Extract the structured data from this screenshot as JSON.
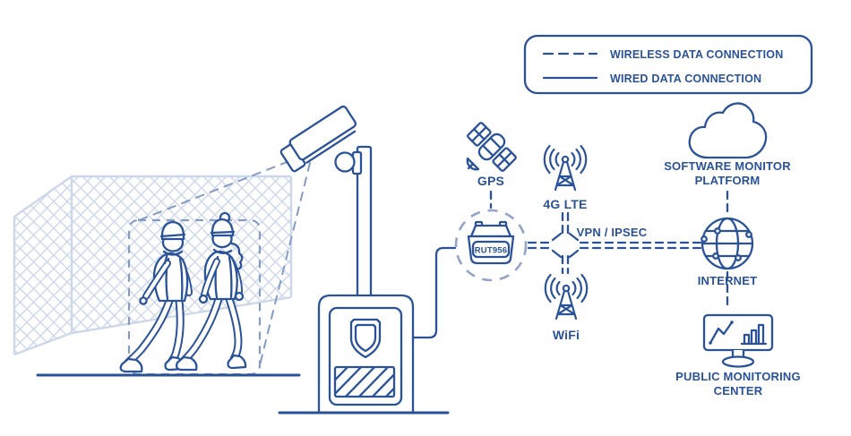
{
  "legend": {
    "wireless_label": "WIRELESS DATA CONNECTION",
    "wired_label": "WIRED DATA CONNECTION"
  },
  "router": {
    "model": "RUT956"
  },
  "nodes": {
    "gps": "GPS",
    "lte": "4G LTE",
    "wifi": "WiFi",
    "vpn": "VPN / IPSEC",
    "internet": "INTERNET",
    "platform_line1": "SOFTWARE MONITOR",
    "platform_line2": "PLATFORM",
    "monitoring_line1": "PUBLIC MONITORING",
    "monitoring_line2": "CENTER"
  },
  "icons": {
    "camera": "cctv-camera-icon",
    "router": "router-device-icon",
    "gps": "gps-satellite-icon",
    "lte": "cellular-tower-icon",
    "wifi": "wifi-tower-icon",
    "internet": "globe-icon",
    "platform": "cloud-icon",
    "monitoring": "monitor-chart-icon",
    "cabinet": "shield-cabinet-icon"
  },
  "colors": {
    "primary": "#2a5298",
    "fence": "#ccd8ea",
    "muted": "#94a4c6",
    "cone": "#849bc4"
  }
}
